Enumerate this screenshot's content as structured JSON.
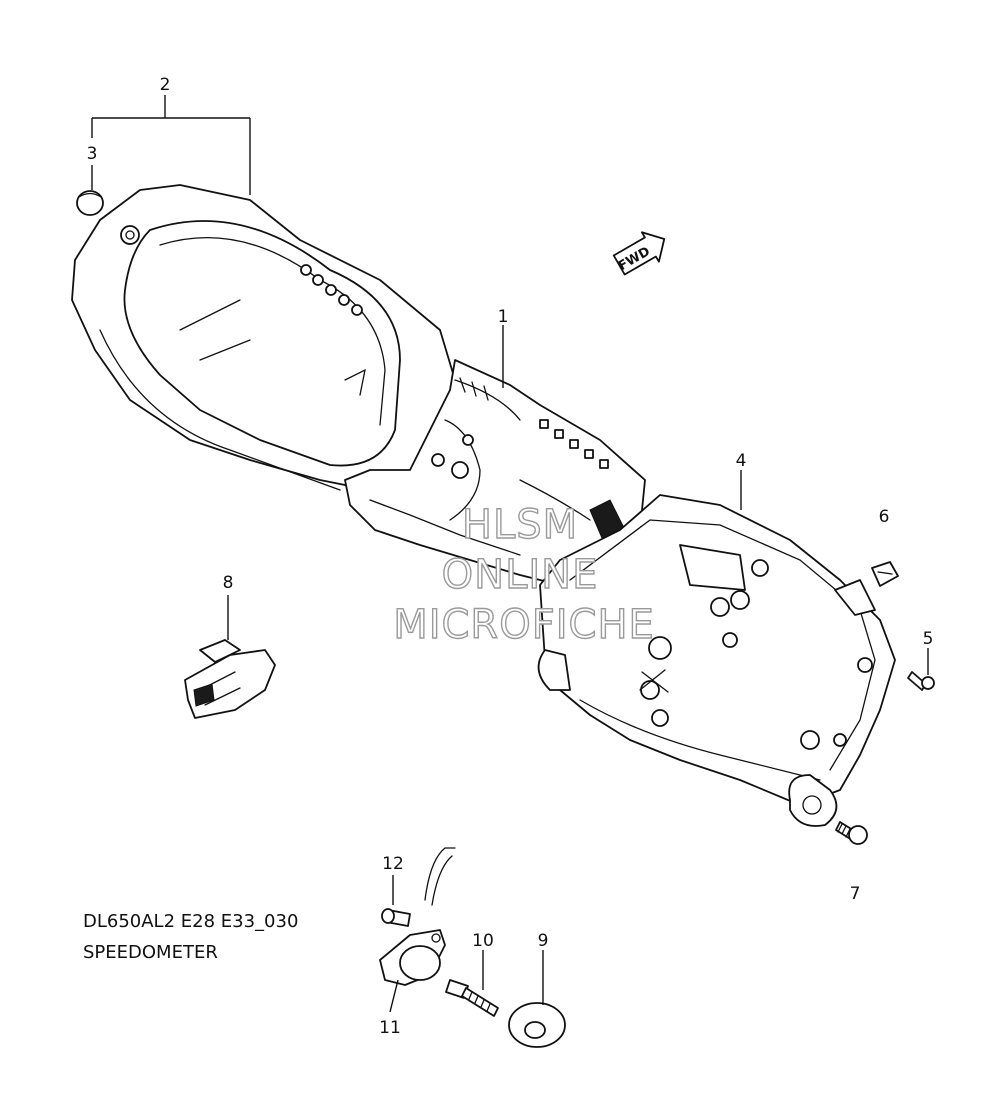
{
  "diagram": {
    "model_code": "DL650AL2 E28 E33_030",
    "title": "SPEEDOMETER",
    "direction_marker": "FWD",
    "watermark": [
      "HLSM",
      "ONLINE",
      "MICROFICHE"
    ],
    "callouts": [
      "1",
      "2",
      "3",
      "4",
      "5",
      "6",
      "7",
      "8",
      "9",
      "10",
      "11",
      "12"
    ]
  },
  "colors": {
    "line": "#111111",
    "background": "#ffffff",
    "watermark_outline": "#9a9a9a"
  }
}
